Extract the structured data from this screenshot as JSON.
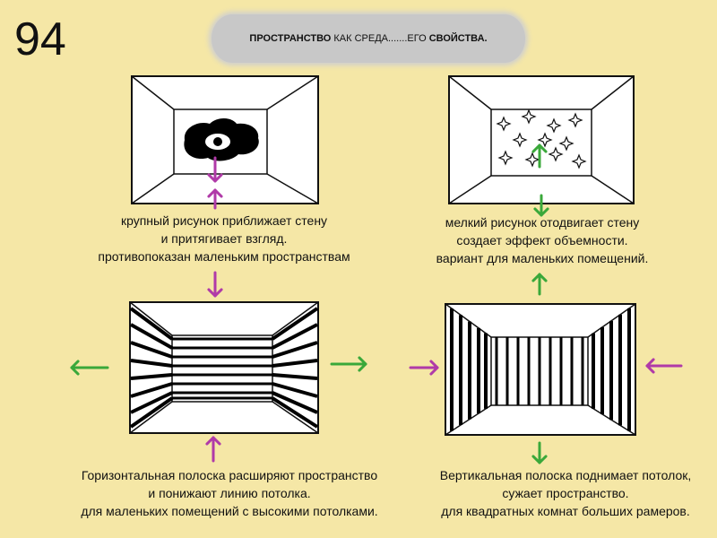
{
  "page_number": "94",
  "title": {
    "part1": "ПРОСТРАНСТВО",
    "part2": "КАК СРЕДА.......ЕГО",
    "part3": "СВОЙСТВА."
  },
  "captions": {
    "top_left": [
      "крупный рисунок приближает стену",
      "и притягивает взгляд.",
      "противопоказан маленьким пространствам"
    ],
    "top_right": [
      "мелкий рисунок отодвигает стену",
      "создает эффект объемности.",
      "вариант для маленьких помещений."
    ],
    "bottom_left": [
      "Горизонтальная полоска  расширяют пространство",
      "и понижают линию потолка.",
      "для маленьких помещений с высокими потолками."
    ],
    "bottom_right": [
      "Вертикальная полоска поднимает потолок,",
      "сужает пространство.",
      "для квадратных комнат больших рамеров."
    ]
  },
  "colors": {
    "background": "#f5e7a6",
    "purple_arrow": "#b03aa8",
    "green_arrow": "#3aa83a"
  }
}
